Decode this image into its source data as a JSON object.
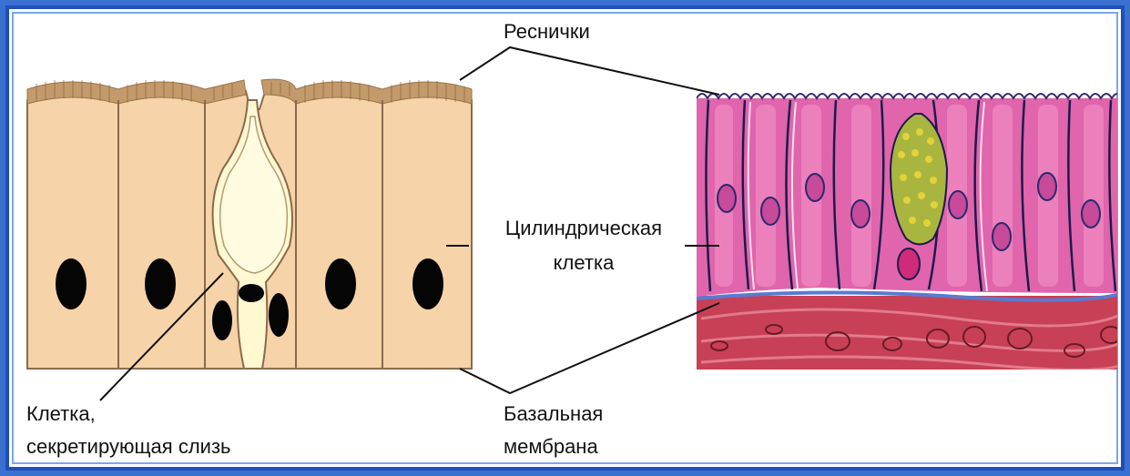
{
  "labels": {
    "cilia": "Реснички",
    "columnar_cell_line1": "Цилиндрическая",
    "columnar_cell_line2": "клетка",
    "mucus_cell_line1": "Клетка,",
    "mucus_cell_line2": "секретирующая слизь",
    "basal_membrane_line1": "Базальная",
    "basal_membrane_line2": "мембрана"
  },
  "colors": {
    "frame_blue": "#2f63c8",
    "cell_fill": "#f6d3a8",
    "cell_outline": "#8a6a4c",
    "cilia_brown": "#b98a5a",
    "goblet_fill": "#fff6c8",
    "nucleus": "#050505",
    "tissue_pink": "#e060a8",
    "connective_red": "#c84055",
    "mucus_granule": "#b6c340"
  }
}
